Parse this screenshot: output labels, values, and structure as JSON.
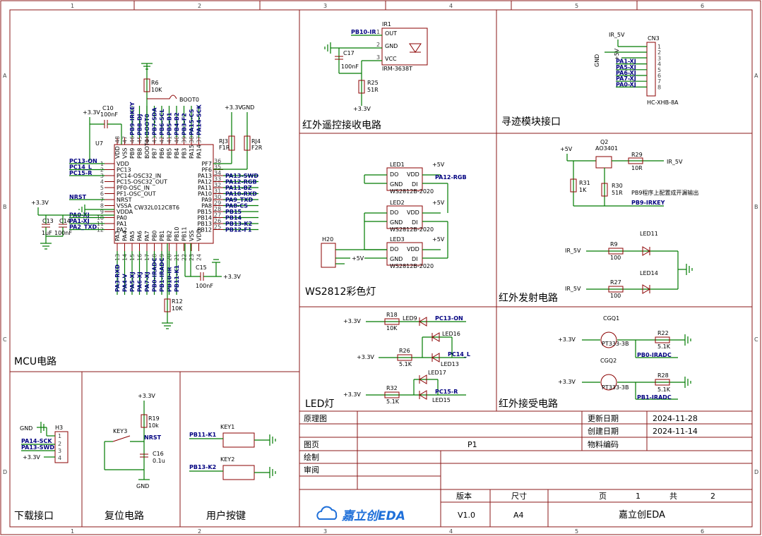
{
  "border": {
    "cols": [
      "1",
      "2",
      "3",
      "4",
      "5",
      "6"
    ],
    "rows": [
      "A",
      "B",
      "C",
      "D"
    ]
  },
  "sections": {
    "mcu": "MCU电路",
    "ir_receive": "红外遥控接收电路",
    "tracking": "寻迹模块接口",
    "ws2812": "WS2812彩色灯",
    "ir_emit": "红外发射电路",
    "led": "LED灯",
    "ir_recv2": "红外接受电路",
    "download": "下载接口",
    "reset": "复位电路",
    "keys": "用户按键"
  },
  "titleblock": {
    "yuanli": "原理图",
    "update_label": "更新日期",
    "update_val": "2024-11-28",
    "create_label": "创建日期",
    "create_val": "2024-11-14",
    "page_label": "图页",
    "page_val": "P1",
    "material_label": "物料编码",
    "draw_label": "绘制",
    "review_label": "审阅",
    "version_label": "版本",
    "version_val": "V1.0",
    "size_label": "尺寸",
    "size_val": "A4",
    "pages_label": "页",
    "pages_cur": "1",
    "total_label": "共",
    "total_val": "2",
    "company": "嘉立创EDA",
    "logo_text": "嘉立创EDA"
  },
  "mcu": {
    "ref": "U7",
    "part": "CW32L012C8T6",
    "left_pins": [
      "VDD",
      "PC13",
      "PC14-OSC32_IN",
      "PC15-OSC32_OUT",
      "PF0-OSC_IN",
      "PF1-OSC_OUT",
      "NRST",
      "VSSA",
      "VDDA",
      "PA0",
      "PA1",
      "PA2"
    ],
    "left_nums": [
      "1",
      "2",
      "3",
      "4",
      "5",
      "6",
      "7",
      "8",
      "9",
      "10",
      "11",
      "12"
    ],
    "right_pins": [
      "PF7",
      "PF6",
      "PA13",
      "PA12",
      "PA11",
      "PA10",
      "PA9",
      "PA8",
      "PB15",
      "PB14",
      "PB13",
      "PB12"
    ],
    "right_nums": [
      "36",
      "35",
      "34",
      "33",
      "32",
      "31",
      "30",
      "29",
      "28",
      "27",
      "26",
      "25"
    ],
    "right_nets": [
      "",
      "",
      "PA13-SWD",
      "PA12-RGB",
      "PA11-BZ",
      "PA10-RXD",
      "PA9_TXD",
      "PA8-CS",
      "PB15",
      "PB14",
      "PB13-K2",
      "PB12-F1"
    ],
    "left_nets": [
      "PC13-ON",
      "PC14_L",
      "PC15-R",
      "",
      "",
      "",
      "NRST",
      "",
      "",
      "PA0-XJ",
      "PA1-XJ",
      "PA2_TXD"
    ],
    "top_pins": [
      "VDD",
      "VSS",
      "PB9",
      "PB8",
      "BOOT0",
      "PB7",
      "PB6",
      "PB5",
      "PB4",
      "PB3",
      "PA15",
      "PA14"
    ],
    "top_nums": [
      "48",
      "47",
      "46",
      "45",
      "44",
      "43",
      "42",
      "41",
      "40",
      "39",
      "38",
      "37"
    ],
    "top_nets": [
      "PB9-IRKEY",
      "PB8-DJ",
      "BOOT0",
      "PB7-SDA",
      "PB6-SCL",
      "PB5-B1",
      "PB4-B2",
      "PB3-F2",
      "PA15-CS",
      "PA14-SCK"
    ],
    "bottom_pins": [
      "PA3",
      "PA4",
      "PA5",
      "PA6",
      "PA7",
      "PB0",
      "PB1",
      "PB2",
      "PB10",
      "PB11",
      "VSS",
      "VDD"
    ],
    "bottom_nums": [
      "13",
      "14",
      "15",
      "16",
      "17",
      "18",
      "19",
      "20",
      "21",
      "22",
      "23",
      "24"
    ],
    "bottom_nets": [
      "PA3-RXD",
      "PA4-V",
      "PA5-XJ",
      "PA6-XJ",
      "PA7-XJ",
      "PB0-IRADC",
      "PB1-IRADC",
      "PB10-IR",
      "PB11-K1"
    ],
    "r6": "R6",
    "r6v": "10K",
    "boot0": "BOOT0",
    "c10": "C10",
    "c10v": "100nF",
    "c13": "C13",
    "c13v": "1uF",
    "c14": "C14",
    "c14v": "100nF",
    "c15": "C15",
    "c15v": "100nF",
    "r12": "R12",
    "r12v": "10K",
    "rj3": "RJ3",
    "rj3n": "F1R",
    "rj4": "RJ4",
    "rj4n": "F2R",
    "v33": "+3.3V",
    "gnd": "GND"
  },
  "ir": {
    "ref": "IR1",
    "part": "IRM-3638T",
    "net": "PB10-IR",
    "pins": [
      "OUT",
      "GND",
      "VCC"
    ],
    "nums": [
      "1",
      "2",
      "3"
    ],
    "c17": "C17",
    "c17v": "100nF",
    "r25": "R25",
    "r25v": "51R",
    "v33": "+3.3V"
  },
  "cn3": {
    "ref": "CN3",
    "part": "HC-XHB-8A",
    "vcc": "IR_5V",
    "gnd": "GND",
    "v5": "+5V",
    "nets": [
      "PA1-XJ",
      "PA5-XJ",
      "PA6-XJ",
      "PA7-XJ",
      "PA0-XJ"
    ],
    "nums": [
      "1",
      "2",
      "3",
      "4",
      "5",
      "6",
      "7",
      "8"
    ]
  },
  "ws": {
    "h20": "H20",
    "v5": "+5V",
    "leds": [
      "LED1",
      "LED2",
      "LED3"
    ],
    "part": "WS2812B-2020",
    "net": "PA12-RGB",
    "pins": [
      "DO",
      "VDD",
      "GND",
      "DI"
    ]
  },
  "iremit": {
    "v5": "+5V",
    "q2": "Q2",
    "q2p": "AO3401",
    "r29": "R29",
    "r29v": "10R",
    "ir5v": "IR_5V",
    "r31": "R31",
    "r31v": "1K",
    "r30": "R30",
    "r30v": "51R",
    "note": "PB9程序上配置成开漏输出",
    "net": "PB9-IRKEY",
    "r9": "R9",
    "r9v": "100",
    "r27": "R27",
    "r27v": "100",
    "led11": "LED11",
    "led14": "LED14"
  },
  "ledsec": {
    "v33": "+3.3V",
    "r18": "R18",
    "r18v": "10K",
    "led9": "LED9",
    "n1": "PC13-ON",
    "led16": "LED16",
    "r26": "R26",
    "r26v": "5.1K",
    "n2": "PC14_L",
    "led13": "LED13",
    "led17": "LED17",
    "r32": "R32",
    "r32v": "5.1K",
    "n3": "PC15-R",
    "led15": "LED15"
  },
  "irrecv": {
    "v33": "+3.3V",
    "q1": "CGQ1",
    "q1p": "PT333-3B",
    "r22": "R22",
    "r22v": "5.1K",
    "n1": "PB0-IRADC",
    "q2": "CGQ2",
    "q2p": "PT333-3B",
    "r28": "R28",
    "r28v": "5.1K",
    "n2": "PB1-IRADC"
  },
  "download": {
    "ref": "H3",
    "gnd": "GND",
    "v33": "+3.3V",
    "nets": [
      "PA14-SCK",
      "PA13-SWD"
    ],
    "nums": [
      "1",
      "2",
      "3",
      "4"
    ]
  },
  "reset": {
    "v33": "+3.3V",
    "r19": "R19",
    "r19v": "10k",
    "key": "KEY3",
    "nrst": "NRST",
    "c16": "C16",
    "c16v": "0.1u",
    "gnd": "GND"
  },
  "keys": {
    "k1": "KEY1",
    "k1n": "PB11-K1",
    "k2": "KEY2",
    "k2n": "PB13-K2"
  }
}
